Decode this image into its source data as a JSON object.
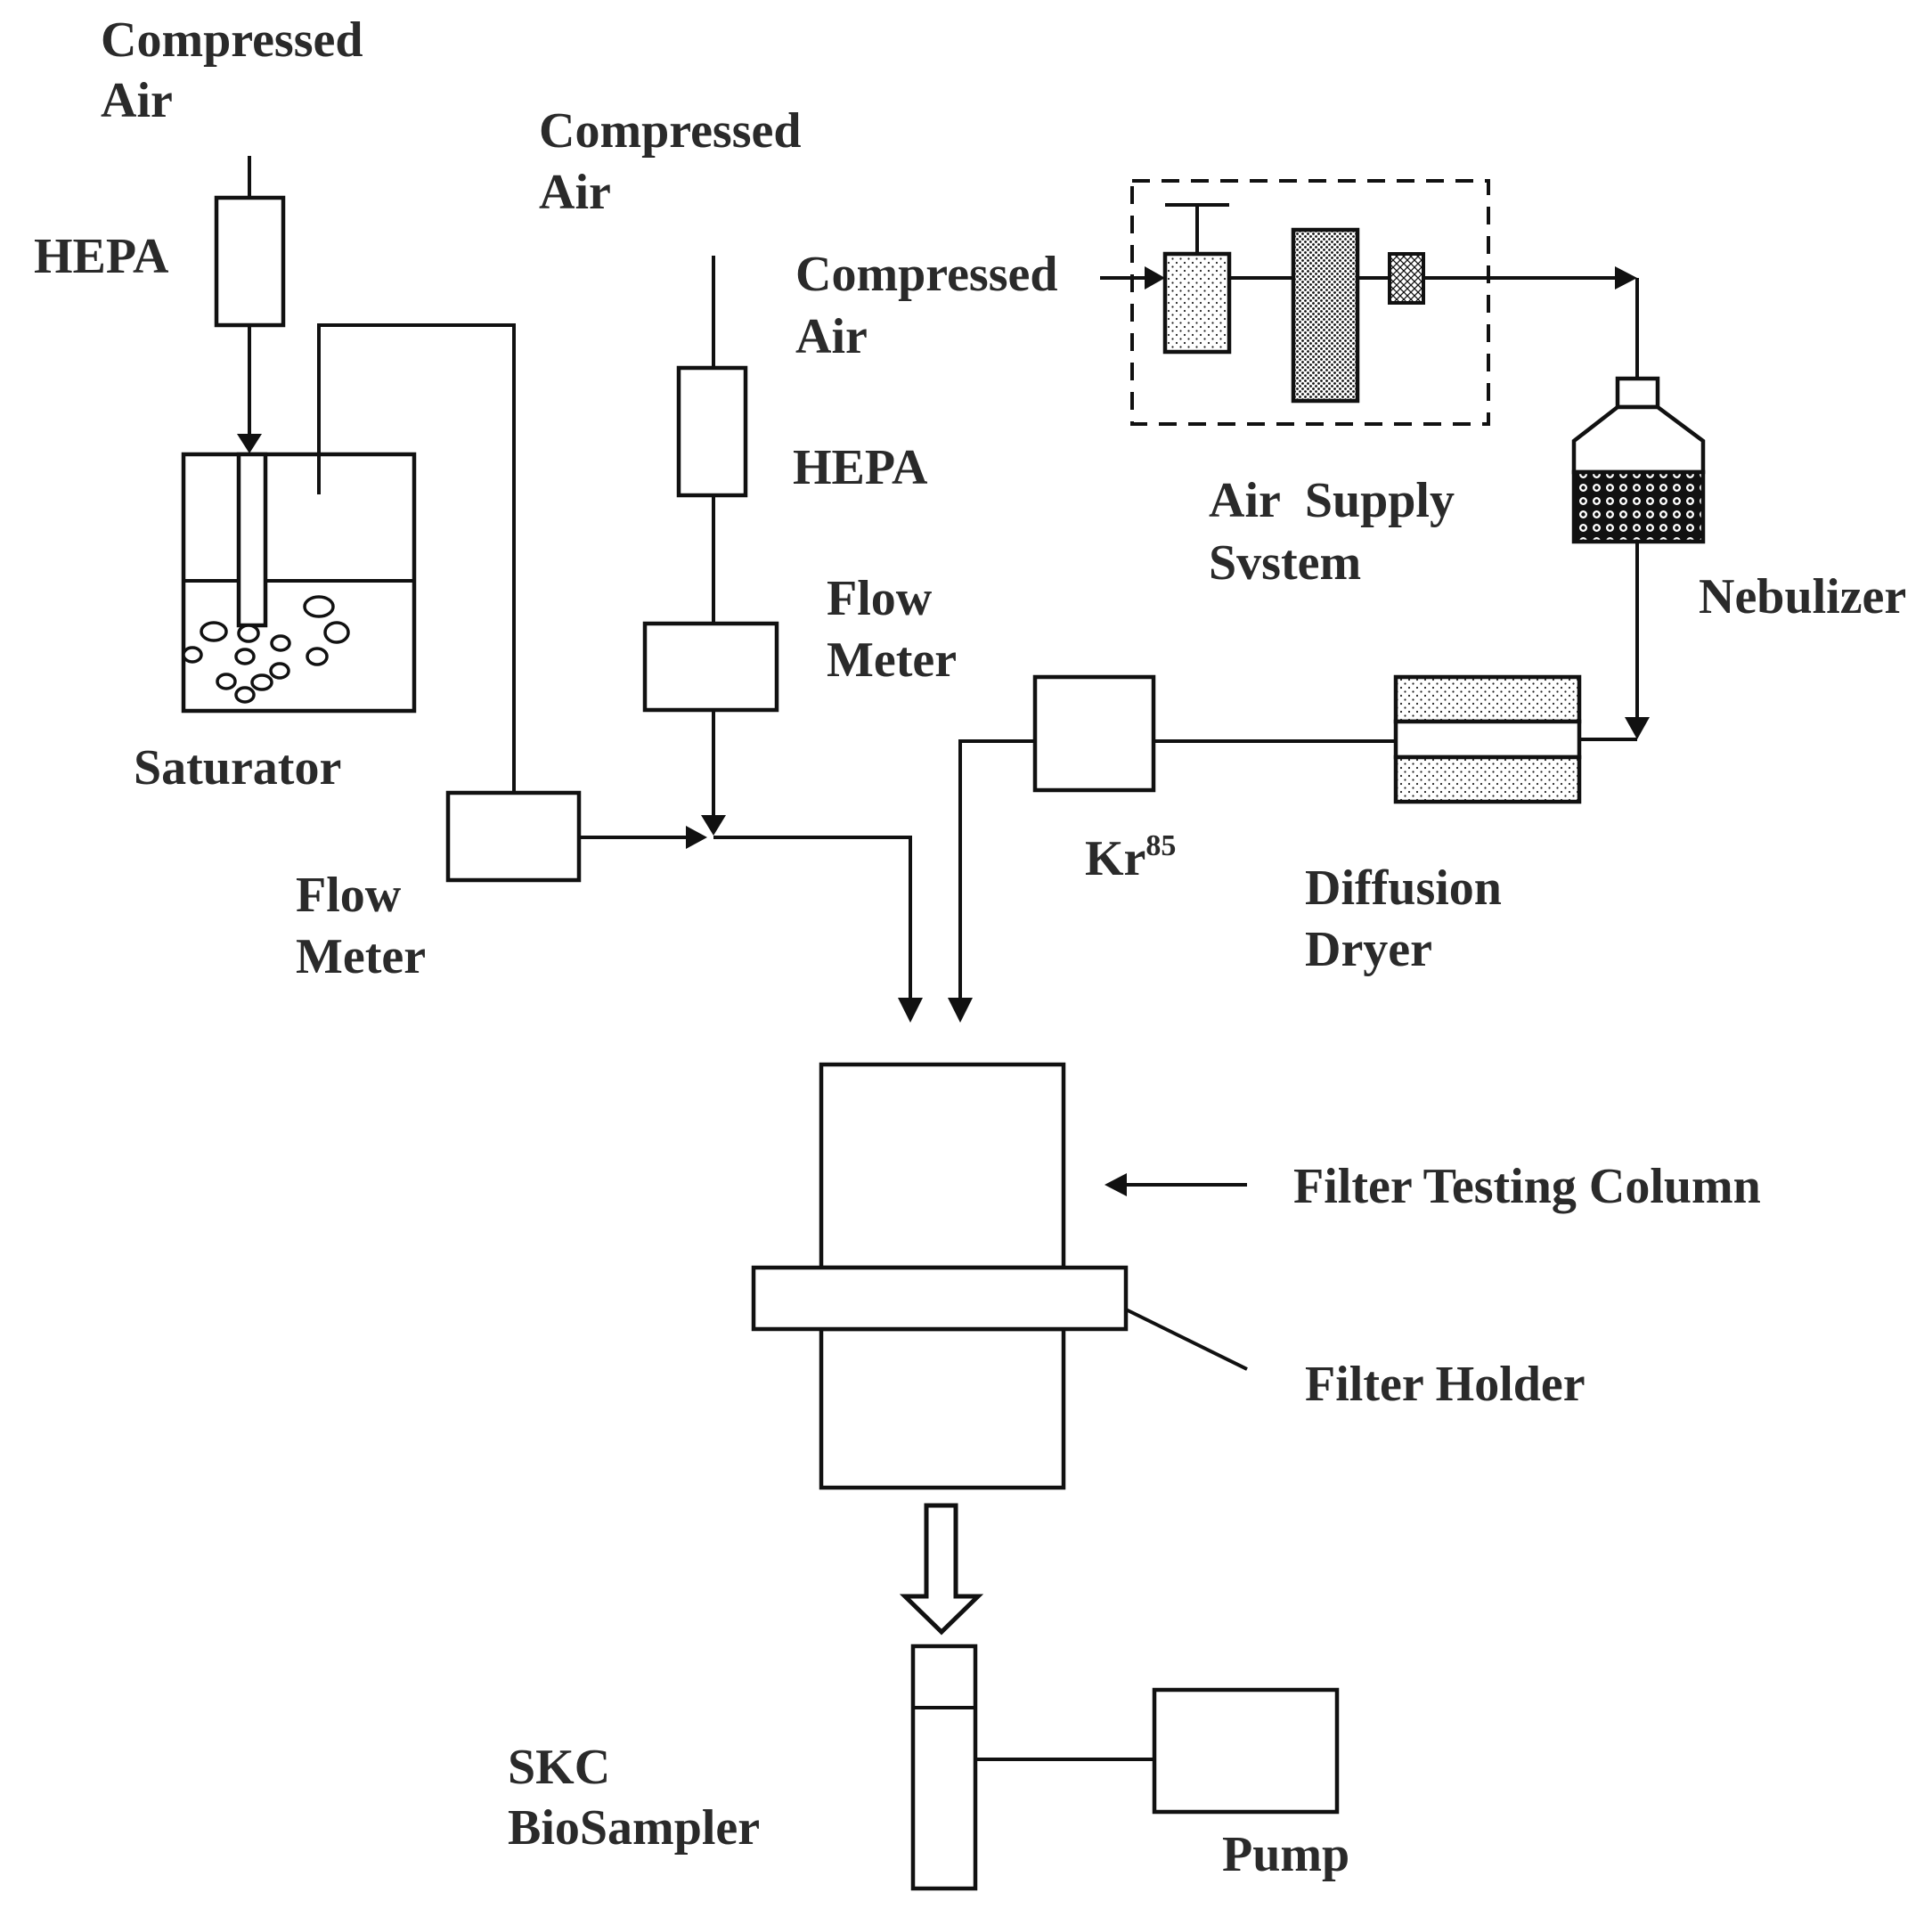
{
  "labels": {
    "compressed_air_1_l1": "Compressed",
    "compressed_air_1_l2": "Air",
    "hepa_1": "HEPA",
    "saturator": "Saturator",
    "flow_meter_1_l1": "Flow",
    "flow_meter_1_l2": "Meter",
    "compressed_air_2_l1": "Compressed",
    "compressed_air_2_l2": "Air",
    "hepa_2": "HEPA",
    "flow_meter_2_l1": "Flow",
    "flow_meter_2_l2": "Meter",
    "compressed_air_3_l1": "Compressed",
    "compressed_air_3_l2": "Air",
    "air_supply_l1": "Air  Supply",
    "air_supply_l2": "Svstem",
    "nebulizer": "Nebulizer",
    "kr_base": "Kr",
    "kr_sup": "85",
    "diffusion_dryer_l1": "Diffusion",
    "diffusion_dryer_l2": "Dryer",
    "filter_testing_column": "Filter Testing Column",
    "filter_holder": "Filter Holder",
    "skc_l1": "SKC",
    "skc_l2": "BioSampler",
    "pump": "Pump"
  }
}
